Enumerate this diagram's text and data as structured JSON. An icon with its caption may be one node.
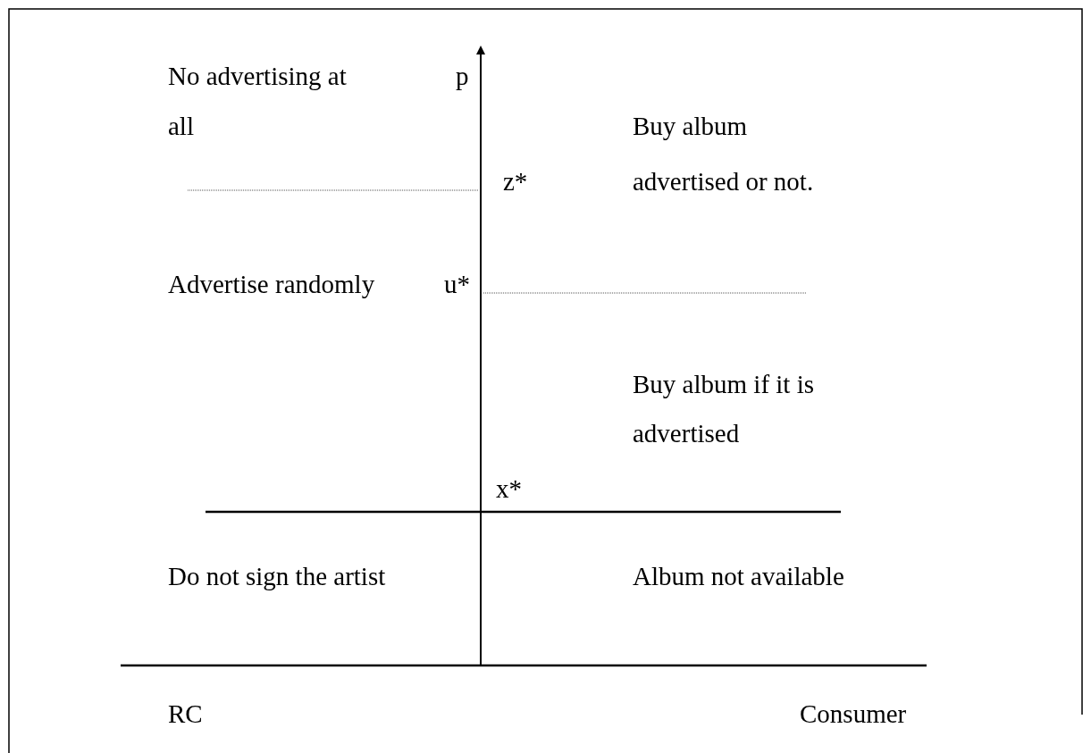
{
  "diagram": {
    "labels": [
      "No advertising at all",
      "p",
      "Buy album advertised or not.",
      "z*",
      "Advertise randomly",
      "u*",
      "Buy album if it is advertised",
      "x*",
      "Do not sign the artist",
      "Album not available",
      "RC",
      "Consumer"
    ]
  }
}
